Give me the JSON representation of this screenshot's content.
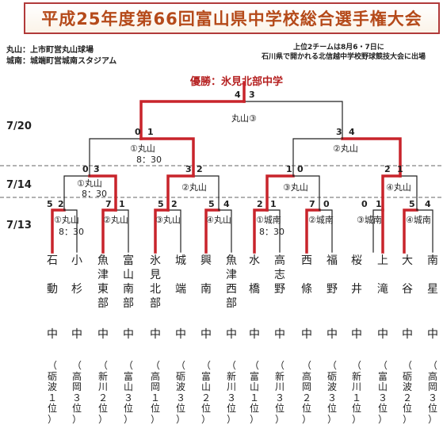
{
  "title": "平成25年度第66回富山県中学校総合選手権大会",
  "venues": [
    "丸山：上市町営丸山球場",
    "城南：城端町営城南スタジアム"
  ],
  "note_lines": [
    "上位2チームは8月6・7日に",
    "石川県で開かれる北信越中学校野球競技大会に出場"
  ],
  "champion": "優勝：氷見北部中学",
  "dates": {
    "r1": "7/20",
    "r2": "7/14",
    "r3": "7/13"
  },
  "final": {
    "venue": "丸山③",
    "score_left": "4",
    "score_right": "3"
  },
  "semis": [
    {
      "venue": "①丸山",
      "time": "8：30",
      "score_left": "0",
      "score_right": "1"
    },
    {
      "venue": "②丸山",
      "score_left": "3",
      "score_right": "4"
    }
  ],
  "quarters": [
    {
      "venue": "①丸山",
      "time": "8：30",
      "score_left": "0",
      "score_right": "3"
    },
    {
      "venue": "②丸山",
      "score_left": "3",
      "score_right": "2"
    },
    {
      "venue": "③丸山",
      "score_left": "1",
      "score_right": "0"
    },
    {
      "venue": "④丸山",
      "score_left": "2",
      "score_right": "1"
    }
  ],
  "first_round": [
    {
      "venue": "①丸山",
      "time": "8：30",
      "score_left": "5",
      "score_right": "2"
    },
    {
      "venue": "②丸山",
      "score_left": "7",
      "score_right": "1"
    },
    {
      "venue": "③丸山",
      "score_left": "5",
      "score_right": "2"
    },
    {
      "venue": "④丸山",
      "score_left": "5",
      "score_right": "4"
    },
    {
      "venue": "①城南",
      "time": "8：30",
      "score_left": "2",
      "score_right": "1"
    },
    {
      "venue": "②城南",
      "score_left": "7",
      "score_right": "0"
    },
    {
      "venue": "③城南",
      "score_left": "0",
      "score_right": "1"
    },
    {
      "venue": "④城南",
      "score_left": "5",
      "score_right": "4"
    }
  ],
  "teams": [
    {
      "name": [
        "石",
        "",
        "動"
      ],
      "mid": "中",
      "rank": [
        "（",
        "砺",
        "波",
        "１",
        "位",
        "）"
      ]
    },
    {
      "name": [
        "小",
        "",
        "杉"
      ],
      "mid": "中",
      "rank": [
        "（",
        "高",
        "岡",
        "３",
        "位",
        "）"
      ]
    },
    {
      "name": [
        "魚",
        "津",
        "東",
        "部"
      ],
      "mid": "中",
      "rank": [
        "（",
        "新",
        "川",
        "２",
        "位",
        "）"
      ]
    },
    {
      "name": [
        "富",
        "山",
        "南",
        "部"
      ],
      "mid": "中",
      "rank": [
        "（",
        "富",
        "山",
        "３",
        "位",
        "）"
      ]
    },
    {
      "name": [
        "氷",
        "見",
        "北",
        "部"
      ],
      "mid": "中",
      "rank": [
        "（",
        "高",
        "岡",
        "１",
        "位",
        "）"
      ]
    },
    {
      "name": [
        "城",
        "",
        "端"
      ],
      "mid": "中",
      "rank": [
        "（",
        "砺",
        "波",
        "３",
        "位",
        "）"
      ]
    },
    {
      "name": [
        "興",
        "",
        "南"
      ],
      "mid": "中",
      "rank": [
        "（",
        "富",
        "山",
        "２",
        "位",
        "）"
      ]
    },
    {
      "name": [
        "魚",
        "津",
        "西",
        "部"
      ],
      "mid": "中",
      "rank": [
        "（",
        "新",
        "川",
        "３",
        "位",
        "）"
      ]
    },
    {
      "name": [
        "水",
        "",
        "橋"
      ],
      "mid": "中",
      "rank": [
        "（",
        "富",
        "山",
        "１",
        "位",
        "）"
      ]
    },
    {
      "name": [
        "高",
        "志",
        "野"
      ],
      "mid": "中",
      "rank": [
        "（",
        "新",
        "川",
        "３",
        "位",
        "）"
      ]
    },
    {
      "name": [
        "西",
        "",
        "條"
      ],
      "mid": "中",
      "rank": [
        "（",
        "高",
        "岡",
        "２",
        "位",
        "）"
      ]
    },
    {
      "name": [
        "福",
        "",
        "野"
      ],
      "mid": "中",
      "rank": [
        "（",
        "砺",
        "波",
        "３",
        "位",
        "）"
      ]
    },
    {
      "name": [
        "桜",
        "",
        "井"
      ],
      "mid": "中",
      "rank": [
        "（",
        "新",
        "川",
        "１",
        "位",
        "）"
      ]
    },
    {
      "name": [
        "上",
        "",
        "滝"
      ],
      "mid": "中",
      "rank": [
        "（",
        "富",
        "山",
        "３",
        "位",
        "）"
      ]
    },
    {
      "name": [
        "大",
        "",
        "谷"
      ],
      "mid": "中",
      "rank": [
        "（",
        "砺",
        "波",
        "２",
        "位",
        "）"
      ]
    },
    {
      "name": [
        "南",
        "",
        "星"
      ],
      "mid": "中",
      "rank": [
        "（",
        "高",
        "岡",
        "３",
        "位",
        "）"
      ]
    }
  ],
  "colors": {
    "winner_line": "#c8242b",
    "loser_line": "#222222",
    "title_text": "#b54a1a",
    "title_border": "#b13a3a"
  }
}
